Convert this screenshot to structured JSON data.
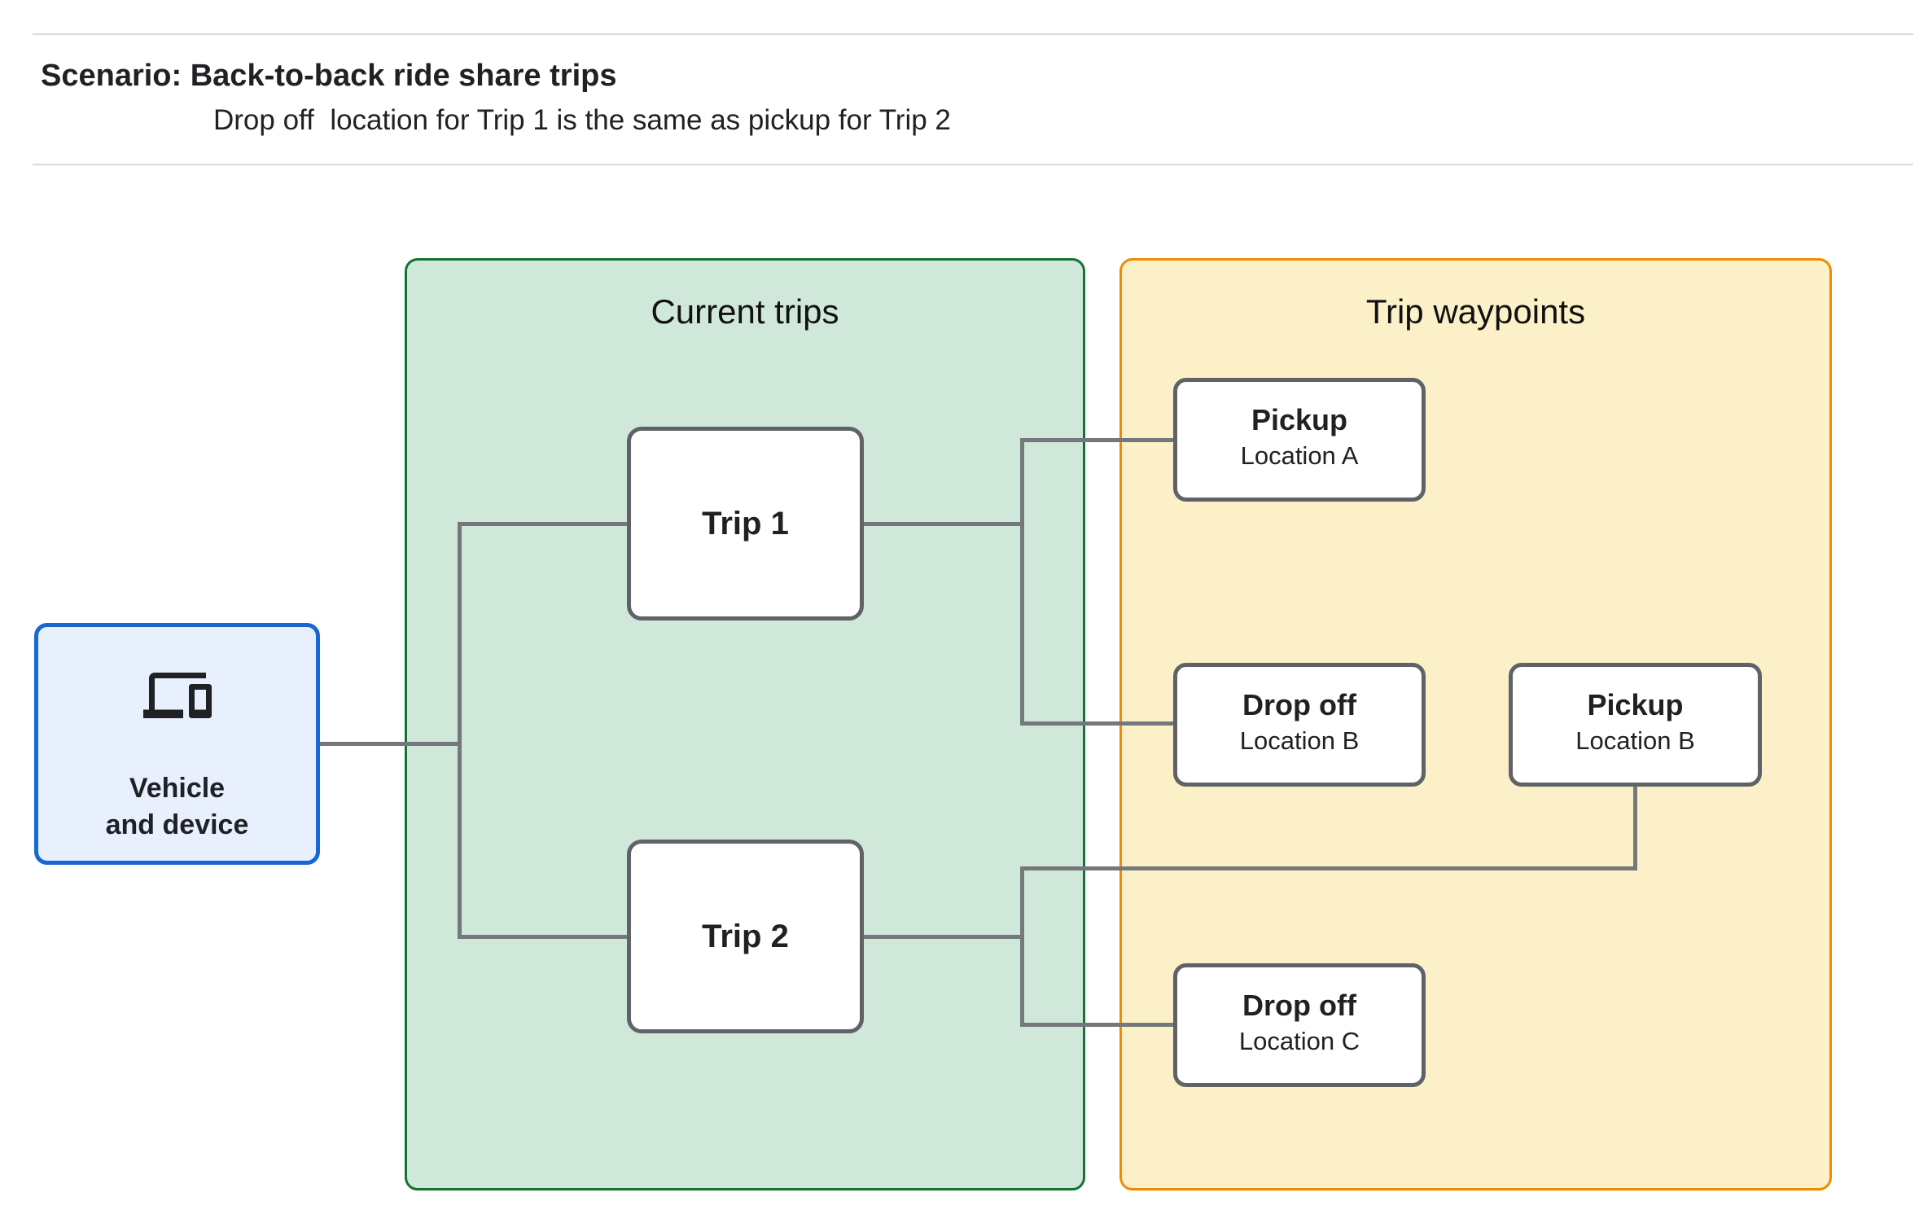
{
  "header": {
    "title": "Scenario: Back-to-back ride share trips",
    "subtitle": "Drop off  location for Trip 1 is the same as pickup for Trip 2"
  },
  "vehicle": {
    "label_line1": "Vehicle",
    "label_line2": "and device",
    "icon": "devices-icon"
  },
  "panels": {
    "current_trips": {
      "title": "Current trips",
      "fill": "#cfe8da",
      "border": "#137333"
    },
    "trip_waypoints": {
      "title": "Trip waypoints",
      "fill": "#fcf0c8",
      "border": "#ef8b00"
    }
  },
  "trips": [
    {
      "label": "Trip 1"
    },
    {
      "label": "Trip 2"
    }
  ],
  "waypoints": [
    {
      "title": "Pickup",
      "subtitle": "Location A"
    },
    {
      "title": "Drop off",
      "subtitle": "Location B"
    },
    {
      "title": "Pickup",
      "subtitle": "Location B"
    },
    {
      "title": "Drop off",
      "subtitle": "Location C"
    }
  ],
  "colors": {
    "connector": "#75787b",
    "node_border": "#5f6368",
    "vehicle_border": "#1967d2",
    "vehicle_fill": "#e8f0fe",
    "divider": "#d9d9d9",
    "text": "#202124"
  }
}
